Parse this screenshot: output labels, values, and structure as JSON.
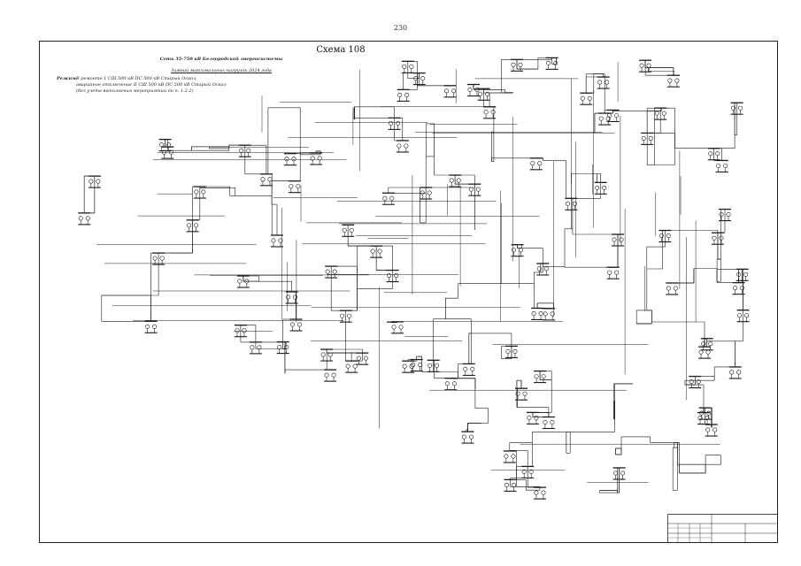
{
  "page_number": "230",
  "scheme": {
    "title": "Схема 108",
    "subtitle": "Сеть 35-750 кВ Белгородской энергосистемы",
    "regime": "Зимний максимальных нагрузок 2024 года",
    "note_label": "Режим:",
    "notes": [
      "В ремонте 1 СШ 500 кВ ПС 500 кВ Старый Оскол",
      "аварийное отключение II СШ 500 кВ ПС 500 кВ Старый Оскол",
      "(без учета выполнения мероприятий по п. 1.2.2)",
      ""
    ]
  },
  "diagram": {
    "stroke_color": "#1a1a1a"
  }
}
